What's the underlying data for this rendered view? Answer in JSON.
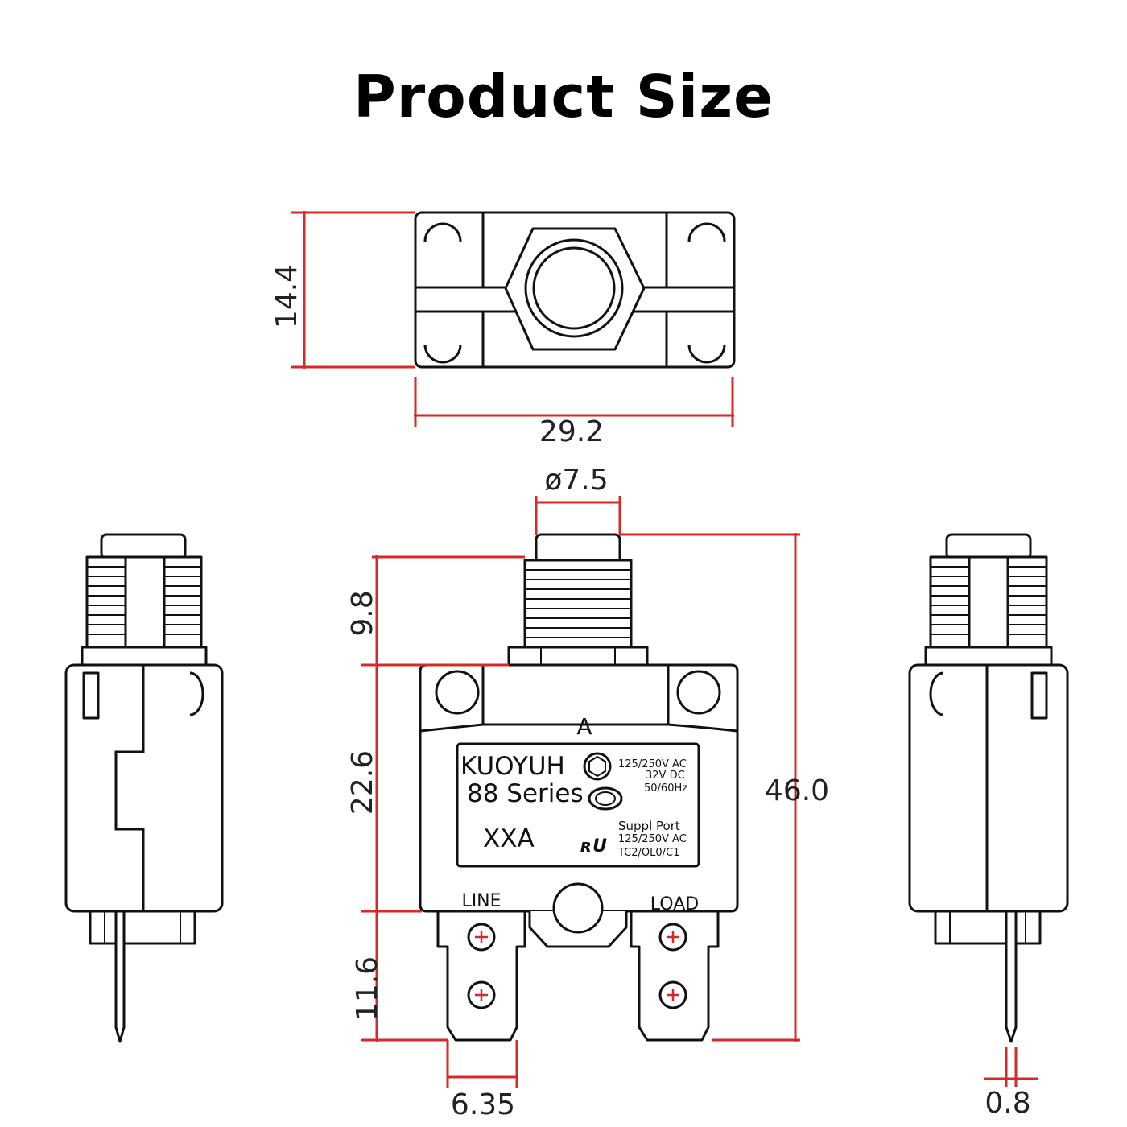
{
  "title": "Product Size",
  "dimensions": {
    "height_top": "14.4",
    "width_top": "29.2",
    "button_diameter": "ø7.5",
    "button_height": "9.8",
    "body_height": "22.6",
    "terminal_height": "11.6",
    "total_height": "46.0",
    "terminal_width": "6.35",
    "terminal_thickness": "0.8"
  },
  "label": {
    "rating_letter": "A",
    "brand": "KUOYUH",
    "series": "88 Series",
    "model": "XXA",
    "specs": [
      "125/250V AC",
      "32V DC",
      "50/60Hz"
    ],
    "suppl": [
      "Suppl Port",
      "125/250V AC",
      "TC2/OL0/C1"
    ]
  },
  "terminals": {
    "left": "LINE",
    "right": "LOAD"
  },
  "colors": {
    "dimension": "#d42a2a",
    "outline": "#111111"
  }
}
